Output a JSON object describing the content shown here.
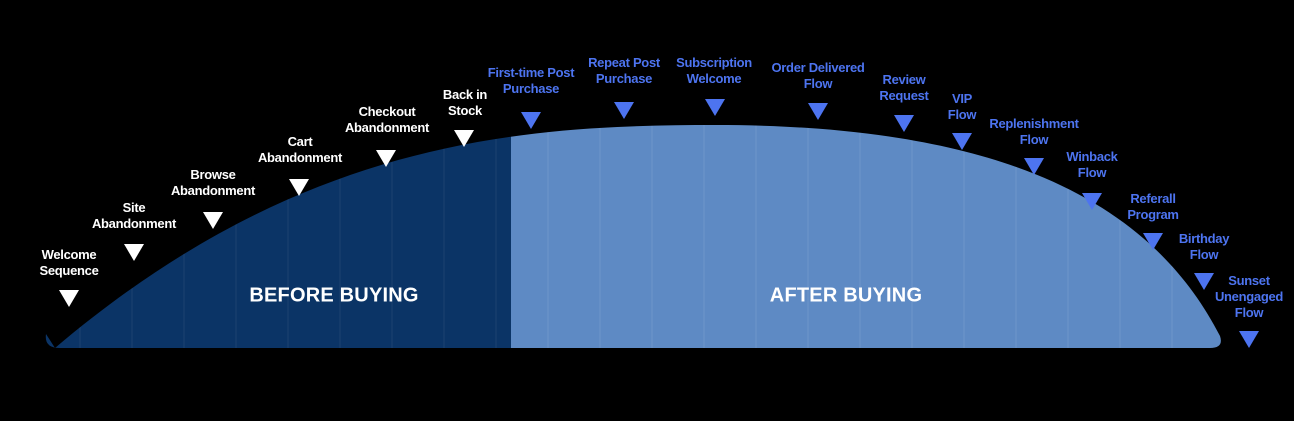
{
  "regions": {
    "before_label": "BEFORE BUYING",
    "after_label": "AFTER BUYING"
  },
  "colors": {
    "before_fill": "#0b3466",
    "after_fill": "#5e8ac4",
    "before_text": "#ffffff",
    "after_text": "#4d74f0",
    "background": "#000000"
  },
  "before_stages": [
    "Welcome\nSequence",
    "Site\nAbandonment",
    "Browse\nAbandonment",
    "Cart\nAbandonment",
    "Checkout\nAbandonment",
    "Back in\nStock"
  ],
  "after_stages": [
    "First-time Post\nPurchase",
    "Repeat Post\nPurchase",
    "Subscription\nWelcome",
    "Order Delivered\nFlow",
    "Review\nRequest",
    "VIP\nFlow",
    "Replenishment\nFlow",
    "Winback\nFlow",
    "Referall\nProgram",
    "Birthday\nFlow",
    "Sunset\nUnengaged\nFlow"
  ]
}
